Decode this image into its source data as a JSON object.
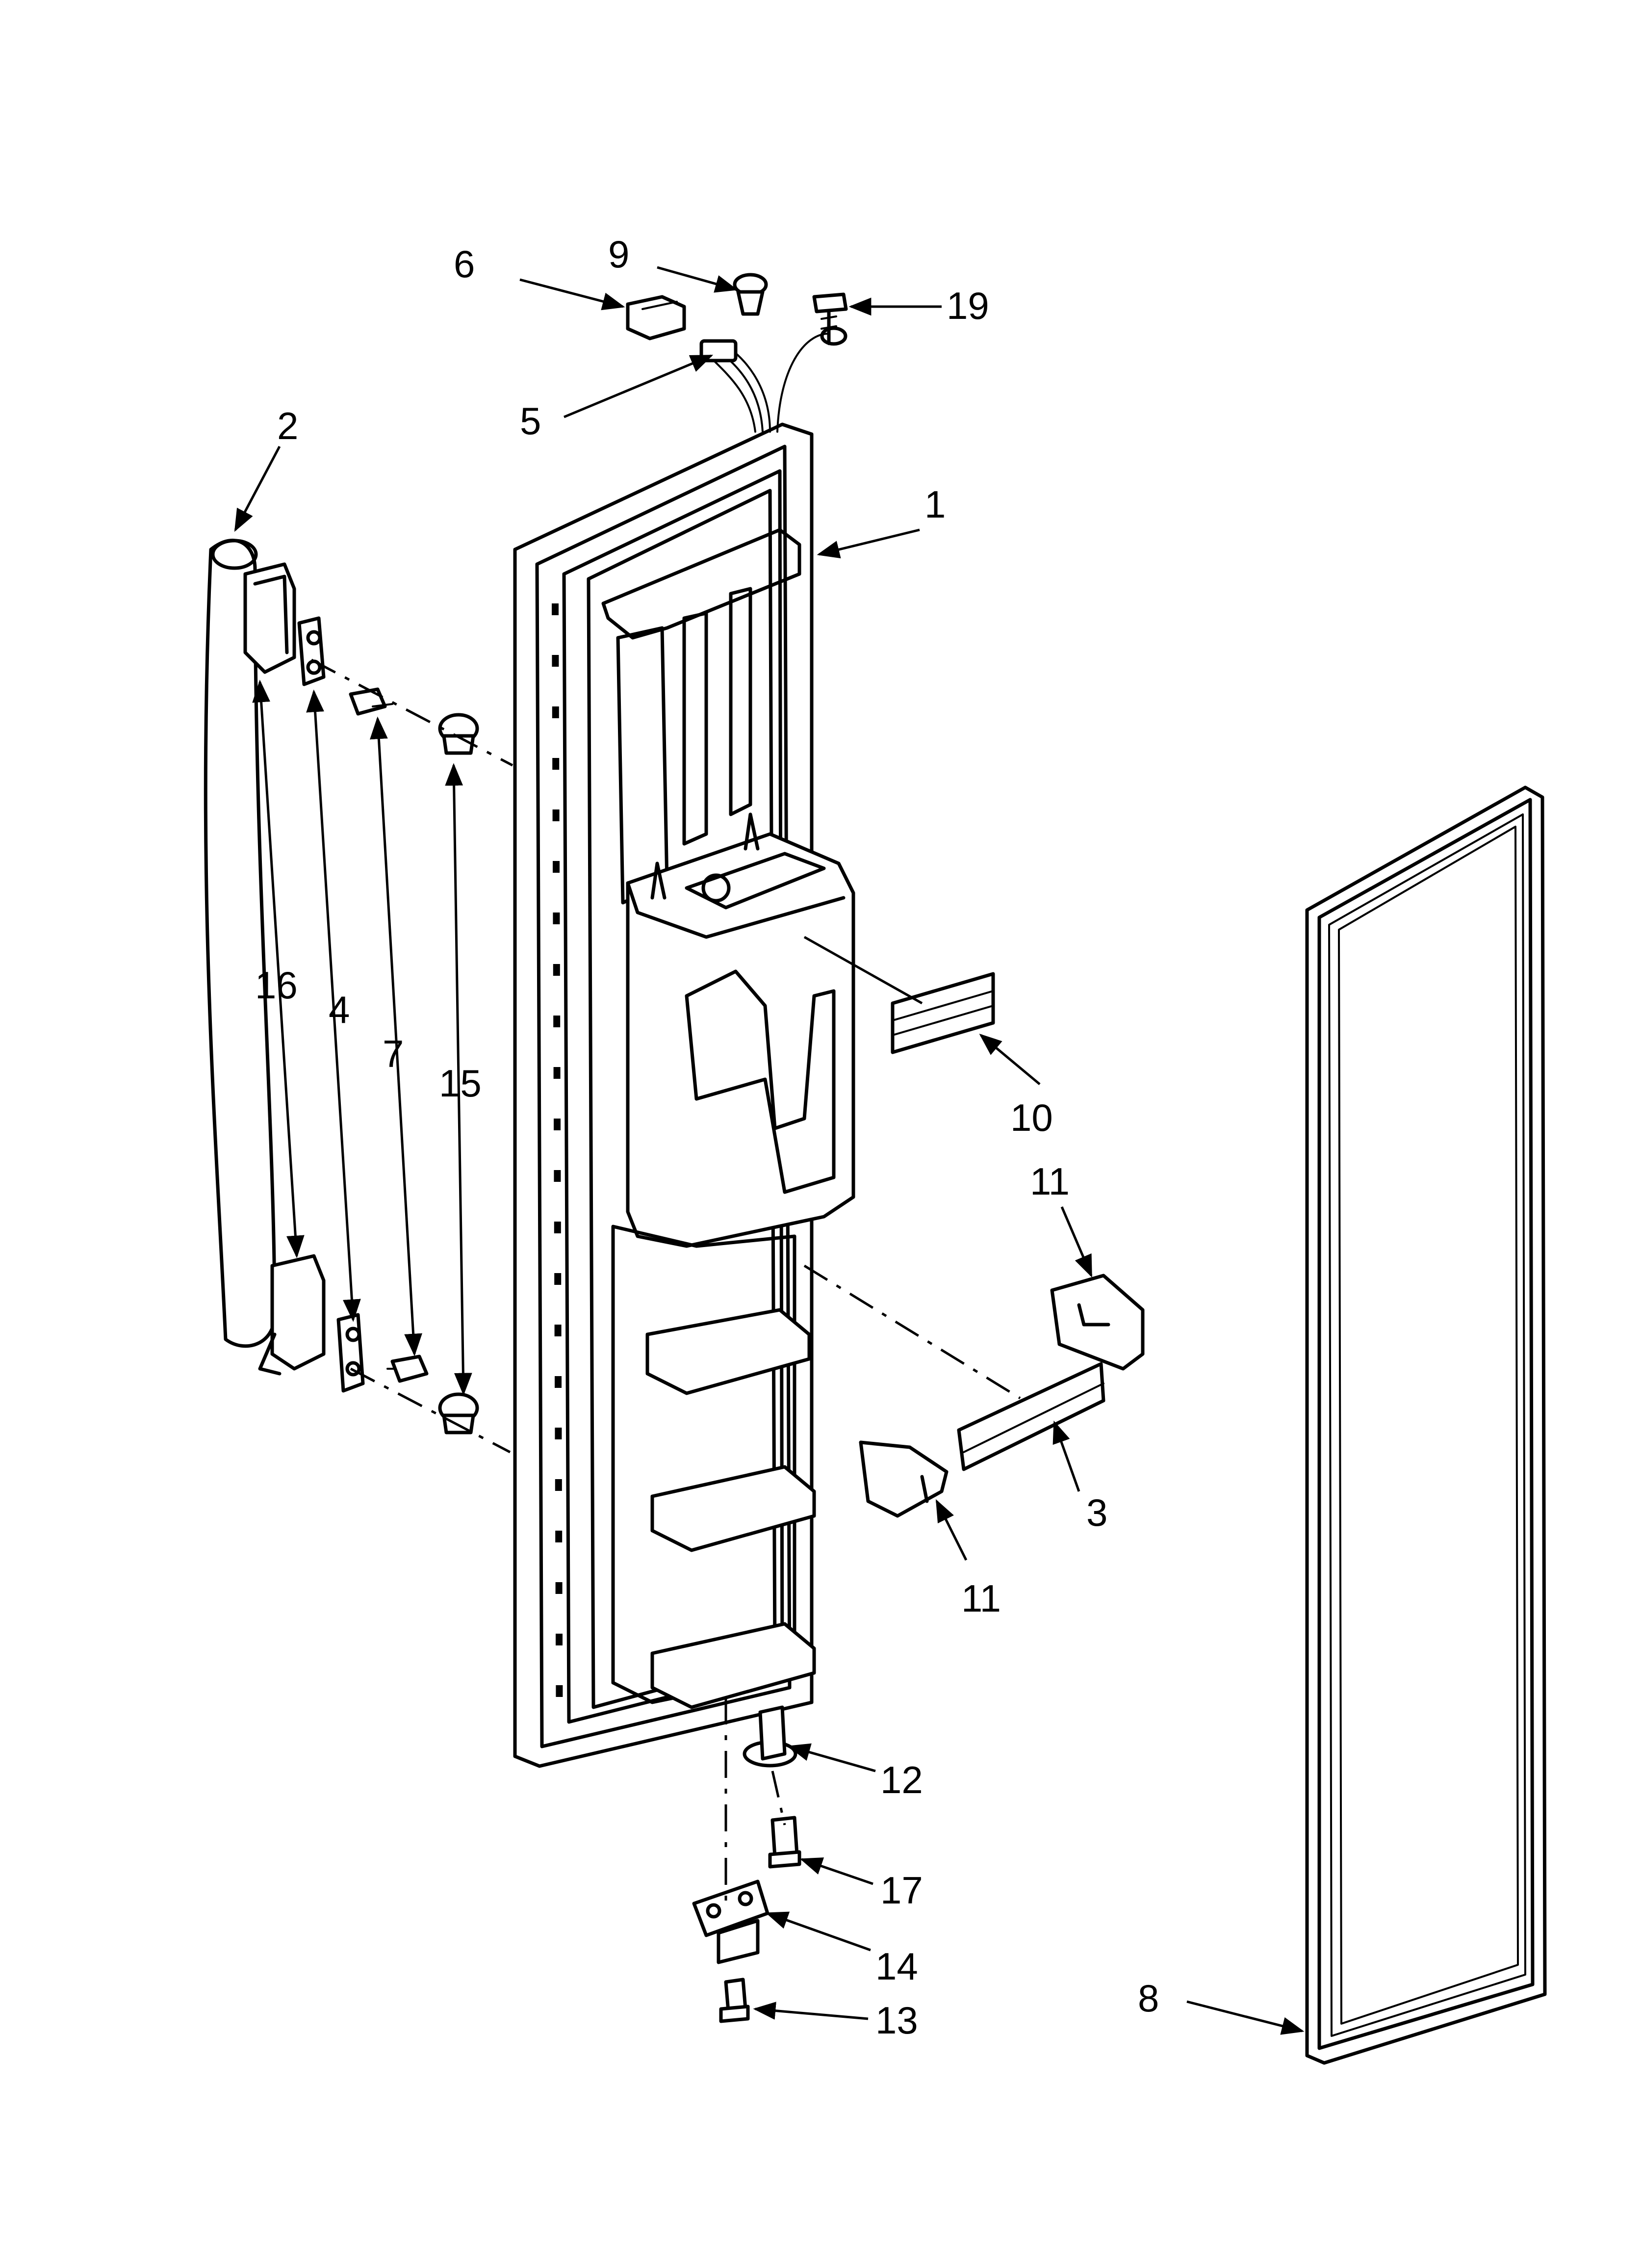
{
  "diagram": {
    "parts": [
      {
        "key": "door",
        "name": "door-assembly",
        "callout": "1"
      },
      {
        "key": "handle",
        "name": "door-handle",
        "callout": "2"
      },
      {
        "key": "trim",
        "name": "trim-bar",
        "callout": "3"
      },
      {
        "key": "bracket",
        "name": "handle-bracket",
        "callout": "4"
      },
      {
        "key": "harness",
        "name": "wiring-harness",
        "callout": "5"
      },
      {
        "key": "connector",
        "name": "wire-connector",
        "callout": "6"
      },
      {
        "key": "screw7",
        "name": "handle-screw",
        "callout": "7"
      },
      {
        "key": "gasket",
        "name": "door-gasket",
        "callout": "8"
      },
      {
        "key": "plug",
        "name": "hole-plug",
        "callout": "9"
      },
      {
        "key": "cover",
        "name": "dispenser-cover",
        "callout": "10"
      },
      {
        "key": "endcap",
        "name": "trim-end-cap",
        "callout": "11"
      },
      {
        "key": "pivot",
        "name": "hinge-pivot",
        "callout": "12"
      },
      {
        "key": "screw13",
        "name": "hinge-screw",
        "callout": "13"
      },
      {
        "key": "hinge",
        "name": "door-hinge",
        "callout": "14"
      },
      {
        "key": "stud",
        "name": "handle-stud",
        "callout": "15"
      },
      {
        "key": "endcap16",
        "name": "handle-end-cap",
        "callout": "16"
      },
      {
        "key": "screw17",
        "name": "pivot-screw",
        "callout": "17"
      },
      {
        "key": "screw19",
        "name": "ground-screw",
        "callout": "19"
      }
    ]
  }
}
